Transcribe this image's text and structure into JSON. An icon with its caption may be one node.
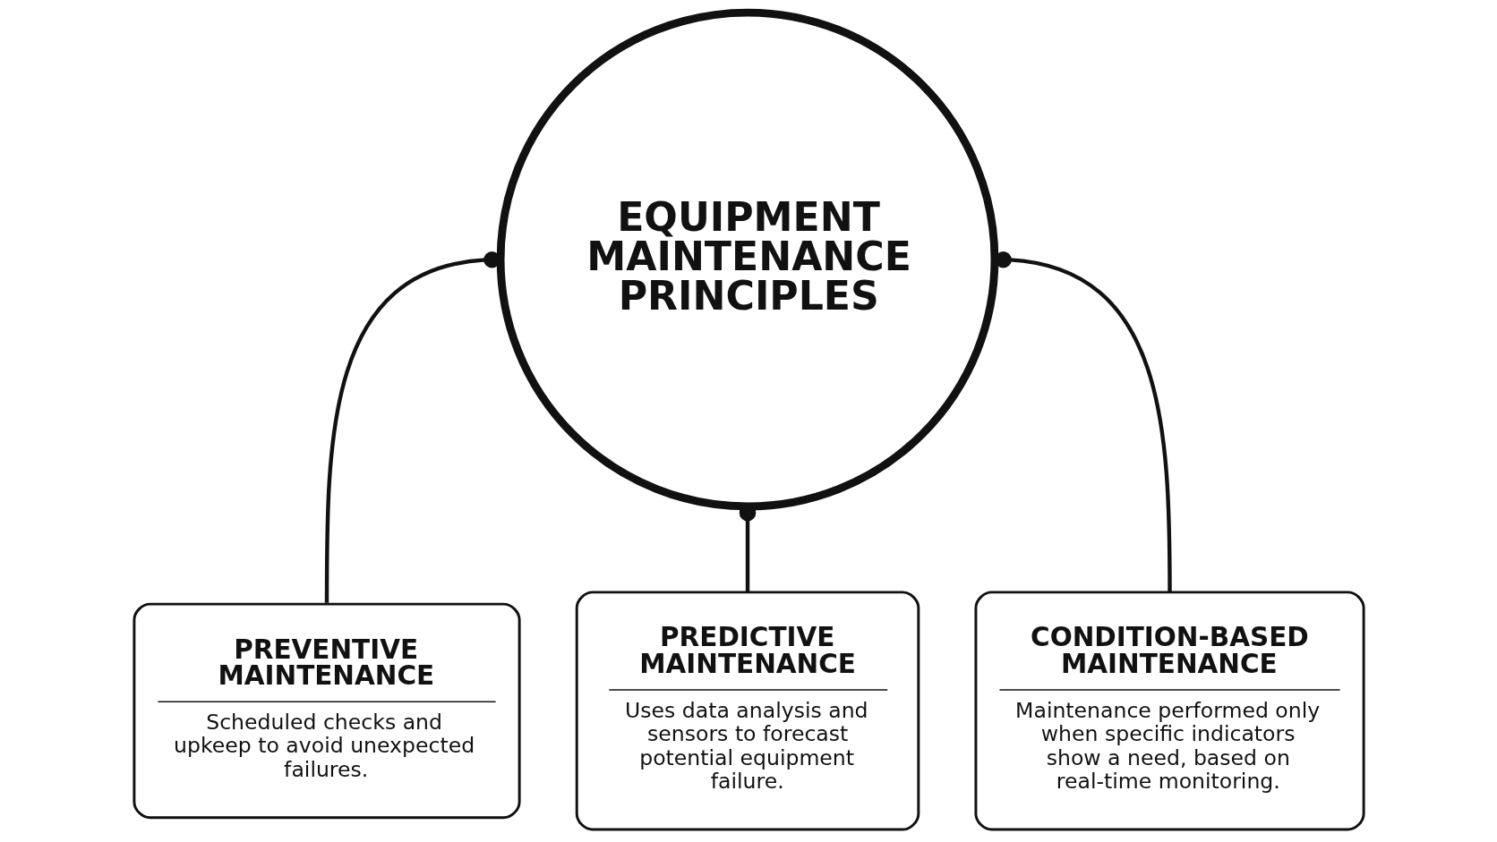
{
  "diagram": {
    "nodes": [
      {
        "text": [
          "EQUIPMENT MAINTENANCE PRINCIPLES"
        ]
      },
      {
        "text": [
          "PREVENTIVE MAINTENANCE",
          "Scheduled checks and upkeep to avoid unexpected failures."
        ]
      },
      {
        "text": [
          "PREDICTIVE MAINTENANCE",
          "Uses data analysis and sensors to forecast potential equipment failure."
        ]
      },
      {
        "text": [
          "CONDITION-BASED MAINTENANCE",
          "Maintenance performed only when specific indicators show a need, based on real-time monitoring."
        ]
      }
    ],
    "edges": [
      {
        "from": 0,
        "to": 1,
        "arrow": "other"
      },
      {
        "from": 0,
        "to": 2,
        "arrow": "other"
      },
      {
        "from": 0,
        "to": 3,
        "arrow": "other"
      }
    ]
  }
}
